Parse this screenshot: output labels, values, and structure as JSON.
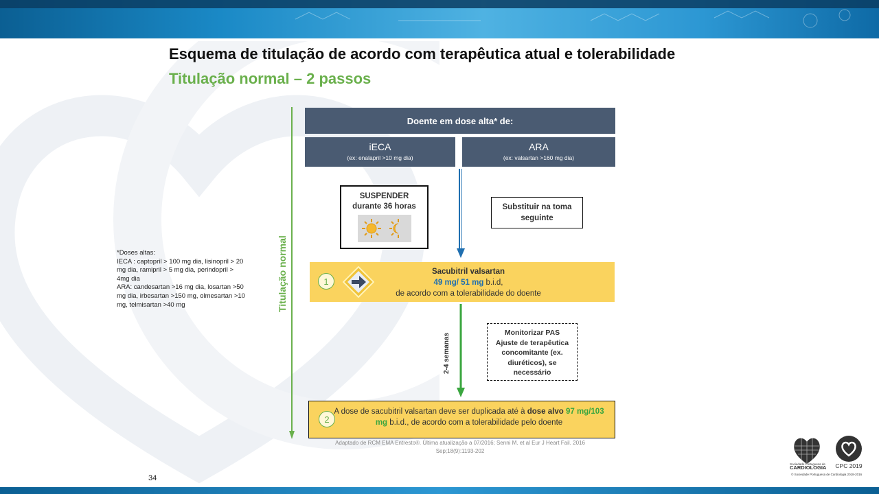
{
  "slide": {
    "title": "Esquema de titulação de acordo com terapêutica atual e tolerabilidade",
    "subtitle": "Titulação normal – 2 passos",
    "page_number": "34"
  },
  "doses_note": {
    "lines": [
      "*Doses altas:",
      "IECA : captopril > 100 mg dia,  lisinopril > 20 mg dia, ramipril > 5 mg dia, perindopril > 4mg dia",
      "ARA: candesartan  >16 mg dia, losartan >50 mg dia, irbesartan  >150 mg, olmesartan >10 mg, telmisartan  >40 mg"
    ]
  },
  "vertical_axis_label": "Titulação normal",
  "header_box": "Doente em dose alta* de:",
  "drugs": {
    "ieca": {
      "name": "iECA",
      "example": "(ex: enalapril >10 mg dia)"
    },
    "ara": {
      "name": "ARA",
      "example": "(ex: valsartan >160 mg dia)"
    }
  },
  "suspend_box": {
    "line1": "SUSPENDER",
    "line2": "durante 36 horas"
  },
  "substitute_box": {
    "line1": "Substituir na toma",
    "line2": "seguinte"
  },
  "step1": {
    "number": "1",
    "title": "Sacubitril valsartan",
    "dose": "49 mg/ 51 mg",
    "dose_suffix": " b.i.d,",
    "note": "de acordo com a tolerabilidade do doente"
  },
  "interval_label": "2-4 semanas",
  "monitor_box": {
    "line1": "Monitorizar PAS",
    "line2": "Ajuste de terapêutica",
    "line3": "concomitante (ex.",
    "line4": "diuréticos), se",
    "line5": "necessário"
  },
  "step2": {
    "number": "2",
    "text_a": "A dose de sacubitril valsartan deve ser duplicada até à ",
    "dose_label": "dose alvo",
    "dose_value": "97 mg/103 mg",
    "text_b": " b.i.d., de acordo com a tolerabilidade pelo doente"
  },
  "reference": {
    "line1": "Adaptado de RCM EMA Entresto®. Última atualização a 07/2016; Senni M. et al Eur J Heart Fail. 2016",
    "line2": "Sep;18(9):1193-202"
  },
  "logos": {
    "spc_small": "Sociedade Portuguesa de",
    "spc_big": "CARDIOLOGIA",
    "cpc": "CPC 2019",
    "copyright": "© Sociedade Portuguesa de Cardiologia 2018-2016"
  },
  "colors": {
    "accent_green": "#6ab04c",
    "box_slate": "#4a5b72",
    "step_yellow": "#fad35e",
    "blue_arrow": "#1f6fb0",
    "green_arrow": "#3aa63f"
  }
}
